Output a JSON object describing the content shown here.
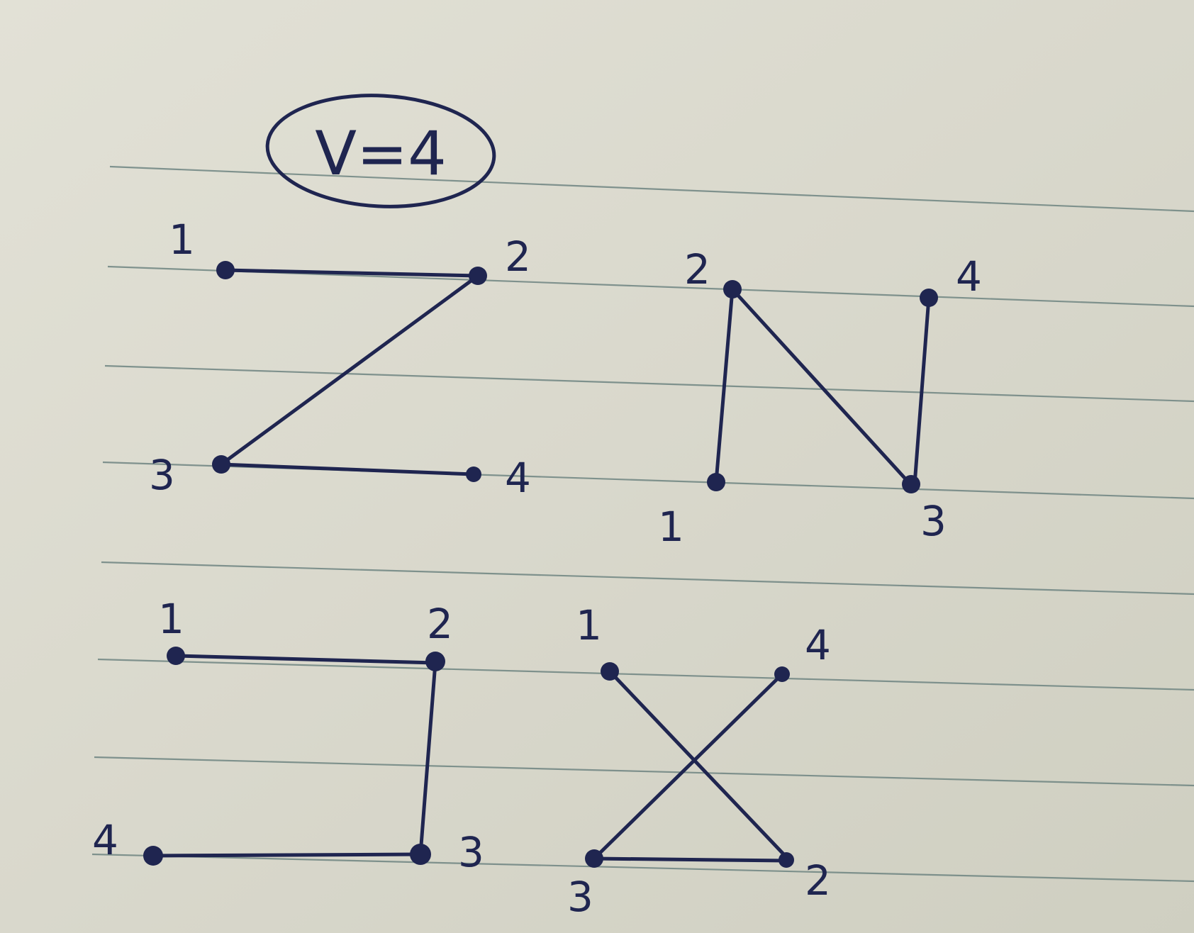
{
  "title": "V=4",
  "colors": {
    "paper": "#d9d9cc",
    "ink": "#1f2550",
    "rule": "#6f8582"
  },
  "graphs": [
    {
      "name": "graph-z",
      "labels": [
        "1",
        "2",
        "3",
        "4"
      ]
    },
    {
      "name": "graph-n",
      "labels": [
        "2",
        "4",
        "1",
        "3"
      ]
    },
    {
      "name": "graph-square",
      "labels": [
        "1",
        "2",
        "4",
        "3"
      ]
    },
    {
      "name": "graph-x",
      "labels": [
        "1",
        "4",
        "3",
        "2"
      ]
    }
  ]
}
